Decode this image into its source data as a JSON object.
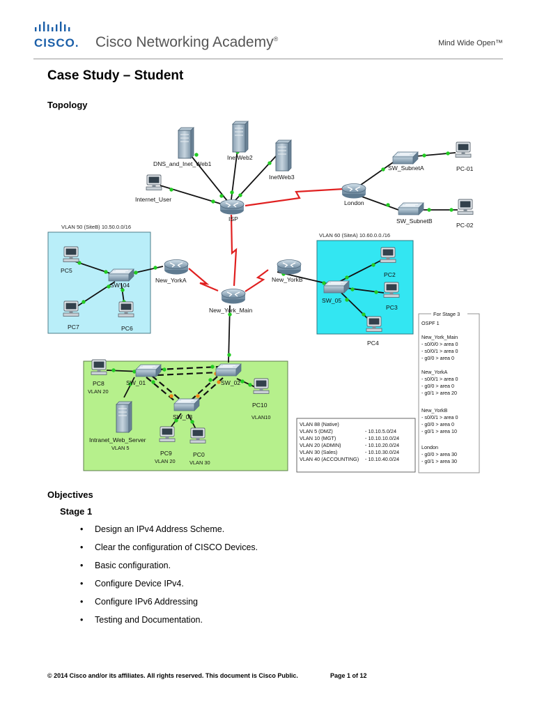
{
  "header": {
    "logo_word": "CISCO.",
    "brand_name": "Cisco Networking Academy",
    "brand_mark": "®",
    "tagline": "Mind Wide Open™"
  },
  "title": "Case Study – Student",
  "topology": {
    "heading": "Topology",
    "zones": {
      "siteb": "VLAN 50 (SiteB) 10.50.0.0/16",
      "sitea": "VLAN 60 (SiteA) 10.60.0.0./16"
    },
    "devices": {
      "dns": "DNS_and_Inet_Web1",
      "inetweb2": "InetWeb2",
      "inetweb3": "InetWeb3",
      "internet_user": "Internet_User",
      "isp": "ISP",
      "london": "London",
      "sw_subneta": "SW_SubnetA",
      "sw_subnetb": "SW_SubnetB",
      "pc01": "PC-01",
      "pc02": "PC-02",
      "ny_a": "New_YorkA",
      "ny_b": "New_YorkB",
      "ny_main": "New_York_Main",
      "pc5": "PC5",
      "sw04": "SW_04",
      "pc7": "PC7",
      "pc6": "PC6",
      "pc2": "PC2",
      "sw05": "SW_05",
      "pc3": "PC3",
      "pc4": "PC4",
      "pc8": "PC8",
      "pc8_vlan": "VLAN 20",
      "sw01": "SW_01",
      "sw02": "SW_02",
      "sw03": "SW_03",
      "pc10": "PC10",
      "pc10_vlan": "VLAN10",
      "intranet": "Intranet_Web_Server",
      "intranet_vlan": "VLAN 5",
      "pc9": "PC9",
      "pc9_vlan": "VLAN 20",
      "pc0": "PC0",
      "pc0_vlan": "VLAN 30"
    },
    "vlan_table": [
      {
        "name": "VLAN 88 (Native)",
        "net": ""
      },
      {
        "name": "VLAN 5 (DMZ)",
        "net": "- 10.10.5.0/24"
      },
      {
        "name": "VLAN 10 (MGT)",
        "net": "- 10.10.10.0/24"
      },
      {
        "name": "VLAN 20 (ADMIN)",
        "net": "- 10.10.20.0/24"
      },
      {
        "name": "VLAN 30 (Sales)",
        "net": "- 10.10.30.0/24"
      },
      {
        "name": "VLAN 40 (ACCOUNTING)",
        "net": "- 10.10.40.0/24"
      }
    ],
    "ospf_box": {
      "title": "For Stage 3",
      "lines": [
        "OSPF 1",
        "",
        "New_York_Main",
        "- s0/0/0 > area 0",
        "- s0/0/1 > area 0",
        "- g0/0   > area 0",
        "",
        "New_YorkA",
        "- s0/0/1 > area 0",
        "- g0/0   > area 0",
        "- g0/1   > area 20",
        "",
        "New_YorkB",
        "- s0/0/1 > area 0",
        "- g0/0   > area 0",
        "- g0/1   > area 10",
        "",
        "London",
        "- g0/0   > area 30",
        "- g0/1   > area 30"
      ]
    }
  },
  "objectives": {
    "heading": "Objectives",
    "stage": "Stage 1",
    "items": [
      "Design an IPv4 Address Scheme.",
      "Clear the configuration of CISCO Devices.",
      "Basic configuration.",
      "Configure Device IPv4.",
      "Configure IPv6 Addressing",
      "Testing and Documentation."
    ]
  },
  "footer": {
    "copyright": "© 2014 Cisco and/or its affiliates. All rights reserved. This document is Cisco Public.",
    "page": "Page 1 of 12"
  },
  "colors": {
    "siteb_fill": "#b9eef9",
    "sitea_fill": "#33e6f2",
    "lan_fill": "#b6f08c",
    "serial_link": "#e02020",
    "link_up": "#22cc22",
    "cisco_blue": "#1b5fa8"
  }
}
